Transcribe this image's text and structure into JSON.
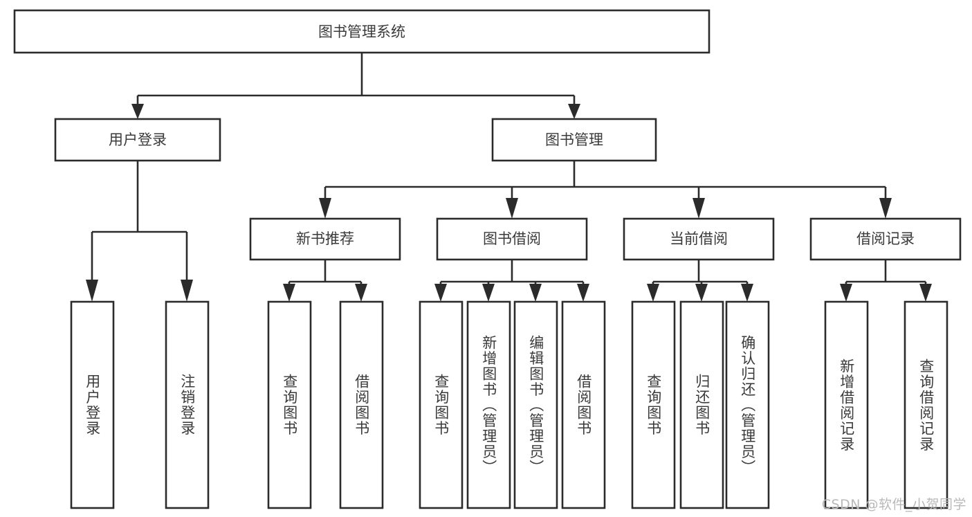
{
  "diagram": {
    "type": "tree-hierarchy-chart",
    "title": "图书管理系统",
    "watermark": "CSDN @软件_小贺同学",
    "colors": {
      "background": "#ffffff",
      "box_fill": "#ffffff",
      "box_stroke": "#2b2b2b",
      "text": "#3a3a3a",
      "watermark": "#b9b9b9"
    },
    "levels": {
      "level1": [
        {
          "id": "root",
          "label": "图书管理系统",
          "orientation": "horizontal"
        }
      ],
      "level2": [
        {
          "id": "user-login",
          "label": "用户登录",
          "orientation": "horizontal",
          "parent": "root"
        },
        {
          "id": "book-manage",
          "label": "图书管理",
          "orientation": "horizontal",
          "parent": "root"
        }
      ],
      "level3": [
        {
          "id": "new-book-rec",
          "label": "新书推荐",
          "orientation": "horizontal",
          "parent": "book-manage"
        },
        {
          "id": "book-borrow",
          "label": "图书借阅",
          "orientation": "horizontal",
          "parent": "book-manage"
        },
        {
          "id": "current-borrow",
          "label": "当前借阅",
          "orientation": "horizontal",
          "parent": "book-manage"
        },
        {
          "id": "borrow-record",
          "label": "借阅记录",
          "orientation": "horizontal",
          "parent": "book-manage"
        }
      ],
      "level4": [
        {
          "id": "leaf-user-login",
          "label": "用户登录",
          "orientation": "vertical",
          "parent": "user-login"
        },
        {
          "id": "leaf-logout",
          "label": "注销登录",
          "orientation": "vertical",
          "parent": "user-login"
        },
        {
          "id": "leaf-query-book-1",
          "label": "查询图书",
          "orientation": "vertical",
          "parent": "new-book-rec"
        },
        {
          "id": "leaf-borrow-book-1",
          "label": "借阅图书",
          "orientation": "vertical",
          "parent": "new-book-rec"
        },
        {
          "id": "leaf-query-book-2",
          "label": "查询图书",
          "orientation": "vertical",
          "parent": "book-borrow"
        },
        {
          "id": "leaf-add-book",
          "label": "新增图书（管理员）",
          "orientation": "vertical",
          "parent": "book-borrow"
        },
        {
          "id": "leaf-edit-book",
          "label": "编辑图书（管理员）",
          "orientation": "vertical",
          "parent": "book-borrow"
        },
        {
          "id": "leaf-borrow-book-2",
          "label": "借阅图书",
          "orientation": "vertical",
          "parent": "book-borrow"
        },
        {
          "id": "leaf-query-book-3",
          "label": "查询图书",
          "orientation": "vertical",
          "parent": "current-borrow"
        },
        {
          "id": "leaf-return-book",
          "label": "归还图书",
          "orientation": "vertical",
          "parent": "current-borrow"
        },
        {
          "id": "leaf-confirm-return",
          "label": "确认归还（管理员）",
          "orientation": "vertical",
          "parent": "current-borrow"
        },
        {
          "id": "leaf-add-record",
          "label": "新增借阅记录",
          "orientation": "vertical",
          "parent": "borrow-record"
        },
        {
          "id": "leaf-query-record",
          "label": "查询借阅记录",
          "orientation": "vertical",
          "parent": "borrow-record"
        }
      ]
    }
  }
}
